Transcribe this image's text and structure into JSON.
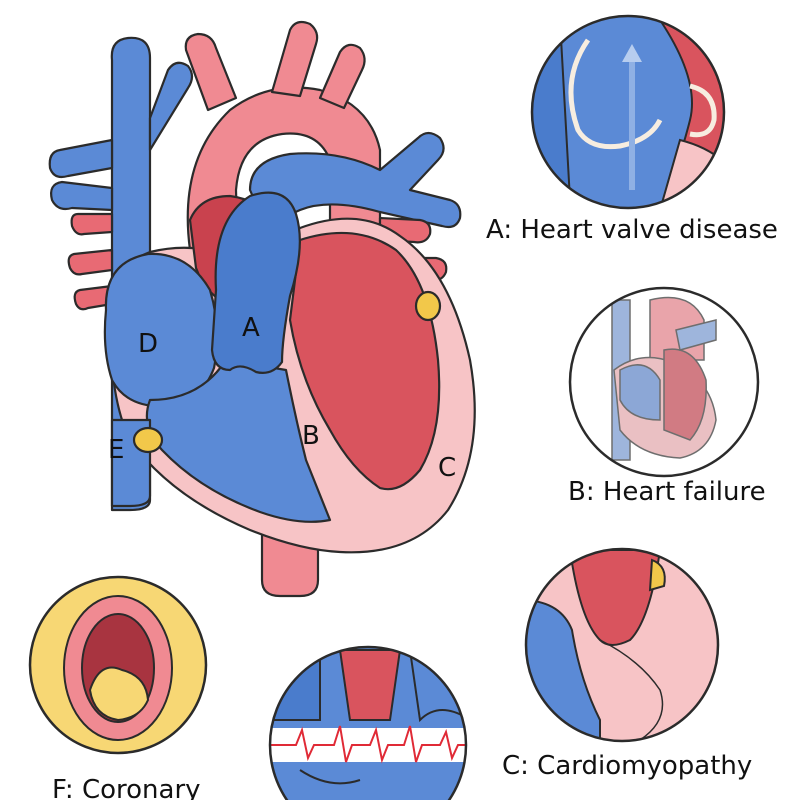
{
  "diagram": {
    "heart_labels": {
      "a": "A",
      "b": "B",
      "c": "C",
      "d": "D",
      "e": "E"
    },
    "captions": {
      "valve": "A: Heart valve disease",
      "failure": "B: Heart failure",
      "cardiomyopathy": "C: Cardiomyopathy",
      "coronary": "F: Coronary"
    },
    "colors": {
      "vein_blue": "#5b8ad6",
      "artery_red": "#d9545e",
      "aorta_pink": "#f08a92",
      "muscle_pink": "#f7c4c6",
      "fat_yellow": "#f7d774",
      "outline": "#2b2b2b"
    }
  }
}
